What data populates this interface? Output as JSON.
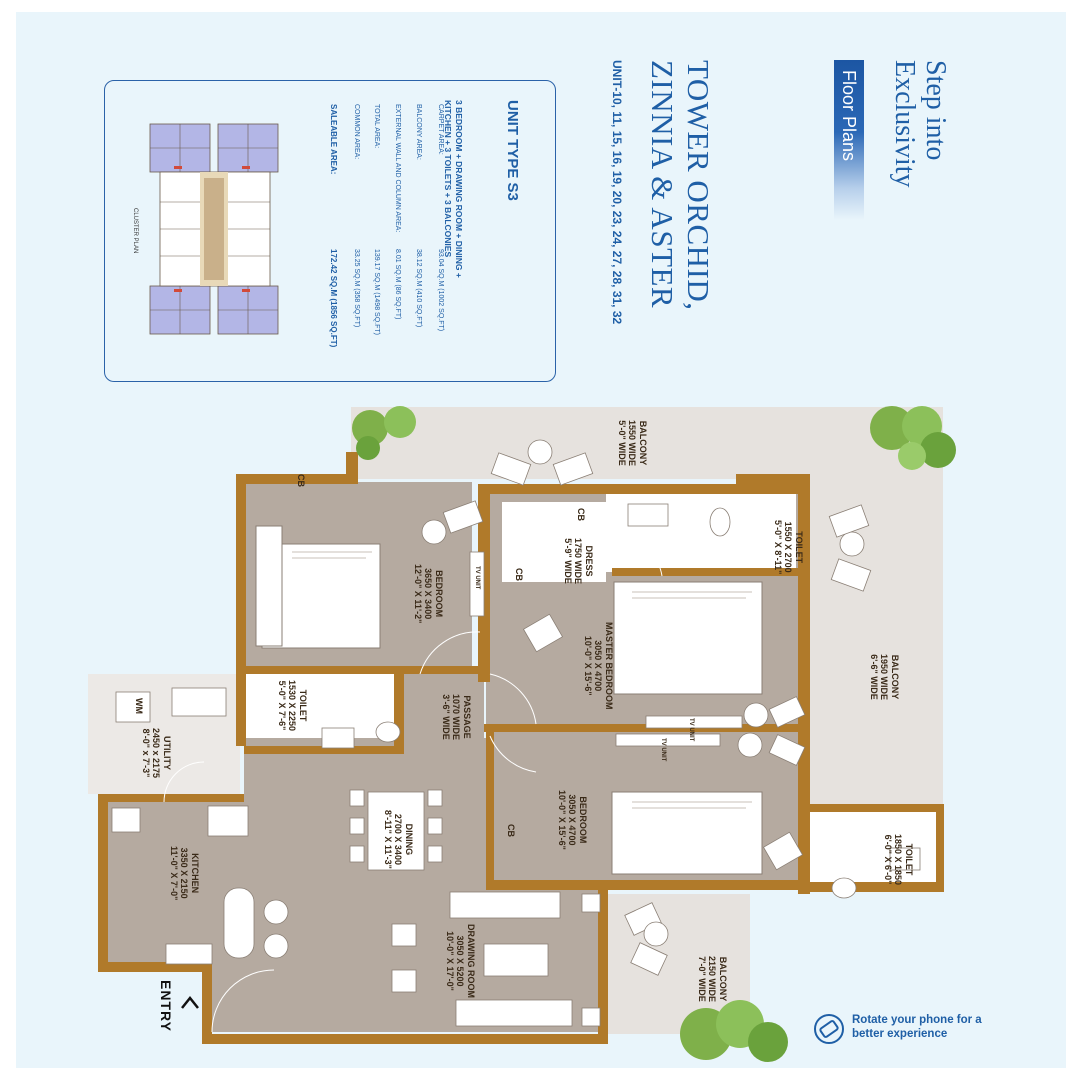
{
  "header": {
    "step_into": "Step into Exclusivity",
    "badge": "Floor Plans",
    "tower": "TOWER ORCHID, ZINNIA & ASTER",
    "units": "UNIT-10, 11, 15, 16, 19, 20, 23, 24, 27, 28, 31, 32"
  },
  "unit_card": {
    "title": "UNIT TYPE S3",
    "description": "3 BEDROOM + DRAWING ROOM + DINING + KITCHEN + 3 TOILETS + 3 BALCONIES",
    "specs": [
      {
        "label": "CARPET AREA:",
        "value": "93.04 SQ.M (1002 SQ.FT)"
      },
      {
        "label": "BALCONY AREA:",
        "value": "38.12 SQ.M (410 SQ.FT)"
      },
      {
        "label": "EXTERNAL WALL AND COLUMN AREA:",
        "value": "8.01 SQ.M (86 SQ.FT)"
      },
      {
        "label": "TOTAL AREA:",
        "value": "139.17 SQ.M (1498 SQ.FT)"
      },
      {
        "label": "COMMON AREA:",
        "value": "33.25 SQ.M (358 SQ.FT)"
      }
    ],
    "saleable": {
      "label": "SALEABLE AREA:",
      "value": "172.42 SQ.M (1856 SQ.FT)"
    },
    "cluster_label": "CLUSTER PLAN"
  },
  "rooms": {
    "balcony_top": "BALCONY\n1550 WIDE\n5'-0\" WIDE",
    "cb_top": "CB",
    "bedroom_1": "BEDROOM\n3650 X 3400\n12'-0\" X 11'-2\"",
    "tv_unit_1": "TV UNIT",
    "cb_dress": "CB",
    "dress": "DRESS\n1750 WIDE\n5'-9\" WIDE",
    "cb_side": "CB",
    "toilet_1": "TOILET\n1550 X 2700\n5'-0\" X 8'-11\"",
    "master_bedroom": "MASTER BEDROOM\n3050 X 4700\n10'-0\" X 15'-6\"",
    "balcony_right": "BALCONY\n1950 WIDE\n6'-6\" WIDE",
    "toilet_2": "TOILET\n1530 X 2250\n5'-0\" X 7'-6\"",
    "passage": "PASSAGE\n1070 WIDE\n3'-6\" WIDE",
    "tv_unit_2": "TV UNIT",
    "tv_unit_3": "TV UNIT",
    "wm": "WM",
    "utility": "UTILITY\n2450 x 2175\n8'-0\" x 7'-3\"",
    "dining": "DINING\n2700 X 3400\n8'-11\" X 11'-3\"",
    "bedroom_2": "BEDROOM\n3050 X 4700\n10'-0\" X 15'-6\"",
    "cb_bed2": "CB",
    "toilet_3": "TOILET\n1850 X 1850\n6'-0\" X 6'-0\"",
    "kitchen": "KITCHEN\n3350 X 2150\n11'-0\" X 7'-0\"",
    "drawing_room": "DRAWING ROOM\n3050 X 5200\n10'-0\" X 17'-0\"",
    "balcony_bottom": "BALCONY\n2150 WIDE\n7'-0\" WIDE"
  },
  "entry": "ENTRY",
  "rotate_hint": "Rotate your phone for a better experience",
  "colors": {
    "page_bg": "#e9f5fb",
    "brand_blue": "#1f5fa6",
    "wall": "#b07a2a",
    "floor": "#b5aaa0",
    "balcony": "#e6e2de",
    "cluster_units": "#b3b6e6"
  }
}
